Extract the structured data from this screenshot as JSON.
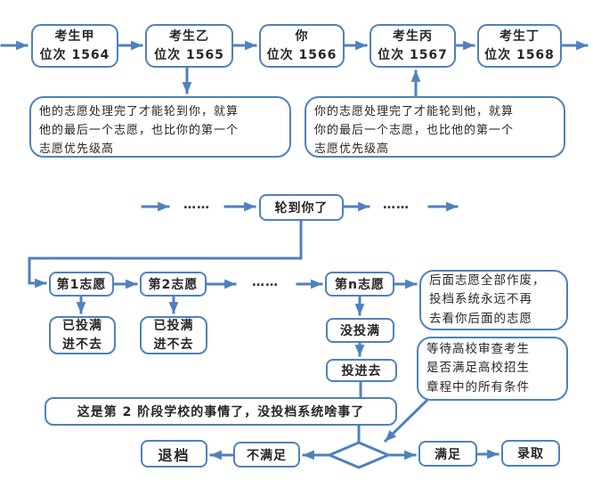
{
  "colors": {
    "accent": "#4f81bd",
    "text": "#262626"
  },
  "candidates": [
    {
      "name": "考生甲",
      "rank": "位次 1564"
    },
    {
      "name": "考生乙",
      "rank": "位次 1565"
    },
    {
      "name": "你",
      "rank": "位次 1566"
    },
    {
      "name": "考生丙",
      "rank": "位次 1567"
    },
    {
      "name": "考生丁",
      "rank": "位次 1568"
    }
  ],
  "notes": {
    "left": "他的志愿处理完了才能轮到你，就算\n他的最后一个志愿，也比你的第一个\n志愿优先级高",
    "right": "你的志愿处理完了才能轮到他，就算\n你的最后一个志愿，也比他的第一个\n志愿优先级高"
  },
  "middle": {
    "ellipsis_left": "……",
    "your_turn": "轮到你了",
    "ellipsis_right": "……"
  },
  "choices": {
    "first": "第1志愿",
    "second": "第2志愿",
    "ellipsis": "……",
    "nth": "第n志愿",
    "full_1": "已投满\n进不去",
    "full_2": "已投满\n进不去",
    "not_full": "没投满",
    "go_in": "投进去",
    "void_note": "后面志愿全部作废，\n投档系统永远不再\n去看你后面的志愿",
    "review_note": "等待高校审查考生\n是否满足高校招生\n章程中的所有条件"
  },
  "bottom": {
    "stage2_note": "这是第 2 阶段学校的事情了，没投档系统啥事了",
    "withdraw": "退档",
    "not_satisfied": "不满足",
    "satisfied": "满足",
    "admit": "录取"
  }
}
